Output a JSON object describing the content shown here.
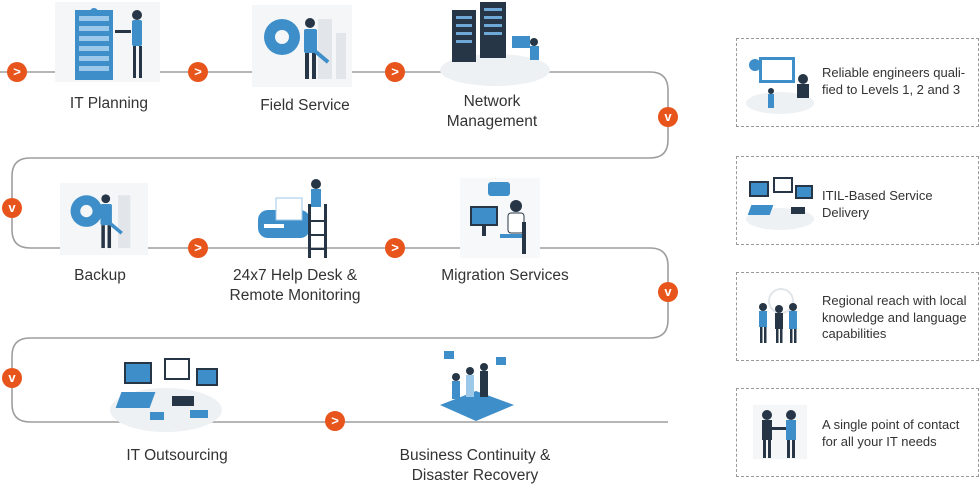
{
  "steps": [
    {
      "label": "IT Planning",
      "icon": "server-rack-person-icon"
    },
    {
      "label": "Field Service",
      "icon": "gear-technician-icon"
    },
    {
      "label": "Network\nManagement",
      "icon": "data-center-icon"
    },
    {
      "label": "Backup",
      "icon": "gear-technician-icon"
    },
    {
      "label": "24x7 Help Desk &\nRemote Monitoring",
      "icon": "printer-ladder-icon"
    },
    {
      "label": "Migration Services",
      "icon": "support-desk-icon"
    },
    {
      "label": "IT Outsourcing",
      "icon": "workstation-icon"
    },
    {
      "label": "Business Continuity &\nDisaster Recovery",
      "icon": "team-platform-icon"
    }
  ],
  "features": [
    {
      "text": "Reliable engineers quali-\nfied to Levels 1, 2 and 3",
      "icon": "engineer-robot-icon"
    },
    {
      "text": "ITIL-Based Service\nDelivery",
      "icon": "dashboard-screens-icon"
    },
    {
      "text": "Regional reach with local\nknowledge and language\ncapabilities",
      "icon": "business-people-icon"
    },
    {
      "text": "A single point of contact\nfor all your IT needs",
      "icon": "handshake-icon"
    }
  ],
  "colors": {
    "accent": "#e8551c",
    "illustration_blue": "#3d8ec9",
    "illustration_dark": "#263646",
    "line": "#9e9e9e"
  }
}
